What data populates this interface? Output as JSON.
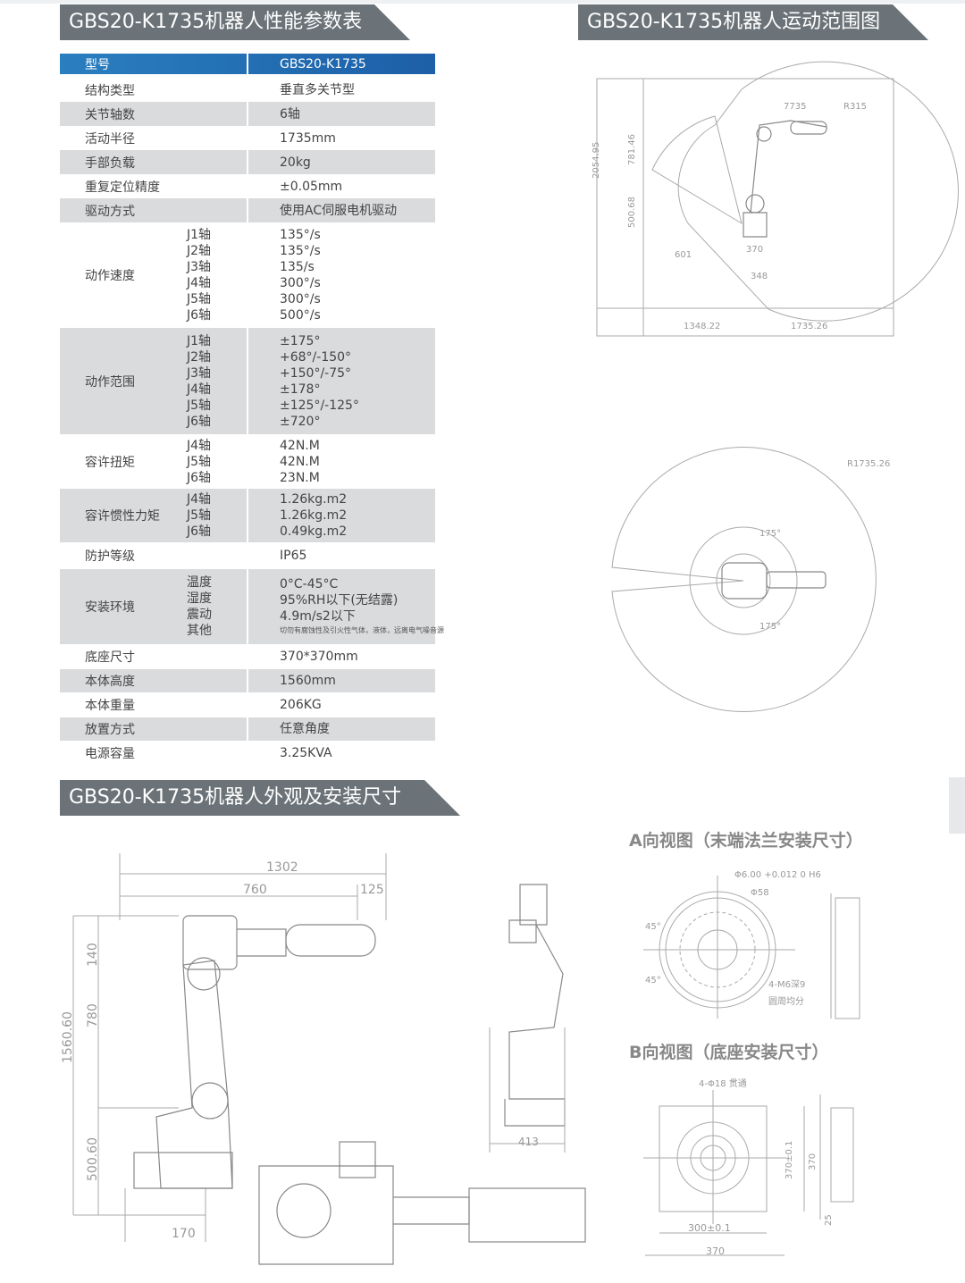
{
  "sections": {
    "params_title": "GBS20-K1735机器人性能参数表",
    "range_title": "GBS20-K1735机器人运动范围图",
    "dims_title": "GBS20-K1735机器人外观及安装尺寸"
  },
  "table": {
    "header": {
      "label": "型号",
      "value": "GBS20-K1735"
    },
    "rows": [
      {
        "label": "结构类型",
        "subs": [],
        "values": [
          "垂直多关节型"
        ],
        "gray": false,
        "h": 27
      },
      {
        "label": "关节轴数",
        "subs": [],
        "values": [
          "6轴"
        ],
        "gray": true,
        "h": 27
      },
      {
        "label": "活动半径",
        "subs": [],
        "values": [
          "1735mm"
        ],
        "gray": false,
        "h": 27
      },
      {
        "label": "手部负载",
        "subs": [],
        "values": [
          "20kg"
        ],
        "gray": true,
        "h": 27
      },
      {
        "label": "重复定位精度",
        "subs": [],
        "values": [
          "±0.05mm"
        ],
        "gray": false,
        "h": 27
      },
      {
        "label": "驱动方式",
        "subs": [],
        "values": [
          "使用AC伺服电机驱动"
        ],
        "gray": true,
        "h": 27
      },
      {
        "label": "动作速度",
        "subs": [
          "J1轴",
          "J2轴",
          "J3轴",
          "J4轴",
          "J5轴",
          "J6轴"
        ],
        "values": [
          "135°/s",
          "135°/s",
          "135/s",
          "300°/s",
          "300°/s",
          "500°/s"
        ],
        "gray": false,
        "h": 118
      },
      {
        "label": "动作范围",
        "subs": [
          "J1轴",
          "J2轴",
          "J3轴",
          "J4轴",
          "J5轴",
          "J6轴"
        ],
        "values": [
          "±175°",
          "+68°/-150°",
          "+150°/-75°",
          "±178°",
          "±125°/-125°",
          "±720°"
        ],
        "gray": true,
        "h": 119
      },
      {
        "label": "容许扭矩",
        "subs": [
          "J4轴",
          "J5轴",
          "J6轴"
        ],
        "values": [
          "42N.M",
          "42N.M",
          "23N.M"
        ],
        "gray": false,
        "h": 61
      },
      {
        "label": "容许惯性力矩",
        "subs": [
          "J4轴",
          "J5轴",
          "J6轴"
        ],
        "values": [
          "1.26kg.m2",
          "1.26kg.m2",
          "0.49kg.m2"
        ],
        "gray": true,
        "h": 60
      },
      {
        "label": "防护等级",
        "subs": [],
        "values": [
          "IP65"
        ],
        "gray": false,
        "h": 30
      },
      {
        "label": "安装环境",
        "subs": [
          "温度",
          "湿度",
          "震动",
          "其他"
        ],
        "values": [
          "0°C-45°C",
          "95%RH以下(无结露)",
          "4.9m/s2以下"
        ],
        "tiny": "切勿有腐蚀性及引火性气体，液体，远离电气噪音源",
        "gray": true,
        "h": 84
      },
      {
        "label": "底座尺寸",
        "subs": [],
        "values": [
          "370*370mm"
        ],
        "gray": false,
        "h": 28
      },
      {
        "label": "本体高度",
        "subs": [],
        "values": [
          "1560mm"
        ],
        "gray": true,
        "h": 26
      },
      {
        "label": "本体重量",
        "subs": [],
        "values": [
          "206KG"
        ],
        "gray": false,
        "h": 28
      },
      {
        "label": "放置方式",
        "subs": [],
        "values": [
          "任意角度"
        ],
        "gray": true,
        "h": 26
      },
      {
        "label": "电源容量",
        "subs": [],
        "values": [
          "3.25KVA"
        ],
        "gray": false,
        "h": 28
      }
    ]
  },
  "range_drawing": {
    "labels": [
      "7735",
      "R315",
      "2054.95",
      "781.46",
      "500.68",
      "601",
      "370",
      "348",
      "1348.22",
      "1735.26",
      "R1735.26",
      "175°",
      "175°"
    ]
  },
  "dims_drawing": {
    "labels": [
      "1302",
      "760",
      "125",
      "140",
      "780",
      "1560.60",
      "500.60",
      "170",
      "413"
    ],
    "view_a": {
      "title": "A向视图（末端法兰安装尺寸）",
      "labels": [
        "Φ6.00 +0.012 0 H6",
        "Φ58",
        "4-M6深9",
        "圆周均分",
        "45°",
        "45°"
      ]
    },
    "view_b": {
      "title": "B向视图（底座安装尺寸）",
      "labels": [
        "4-Φ18 贯通",
        "300±0.1",
        "370",
        "370±0.1",
        "370",
        "25"
      ]
    }
  },
  "colors": {
    "section_bg": "#6b7378",
    "header_blue": "#2a7fc0",
    "row_gray": "#d9dbdc"
  }
}
